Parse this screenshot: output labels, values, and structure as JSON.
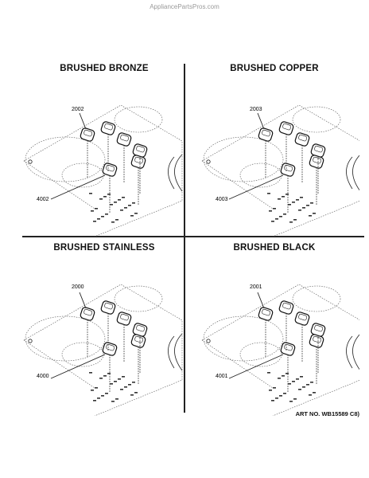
{
  "watermark": "AppliancePartsPros.com",
  "panels": [
    {
      "title": "BRUSHED BRONZE",
      "knob_part": "2002",
      "bezel_part": "4002"
    },
    {
      "title": "BRUSHED COPPER",
      "knob_part": "2003",
      "bezel_part": "4003"
    },
    {
      "title": "BRUSHED STAINLESS",
      "knob_part": "2000",
      "bezel_part": "4000"
    },
    {
      "title": "BRUSHED BLACK",
      "knob_part": "2001",
      "bezel_part": "4001"
    }
  ],
  "art_number": "ART NO. WB15589 C8)"
}
